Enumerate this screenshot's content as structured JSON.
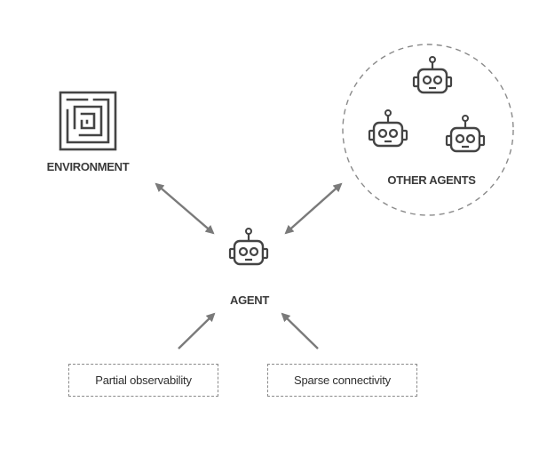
{
  "nodes": {
    "environment": {
      "label": "ENVIRONMENT"
    },
    "agent": {
      "label": "AGENT"
    },
    "other_agents": {
      "label": "OTHER AGENTS"
    }
  },
  "factors": [
    {
      "label": "Partial observability"
    },
    {
      "label": "Sparse connectivity"
    }
  ],
  "colors": {
    "stroke": "#444444",
    "arrow": "#7a7a7a",
    "dashed": "#8a8a8a",
    "text": "#333333"
  }
}
